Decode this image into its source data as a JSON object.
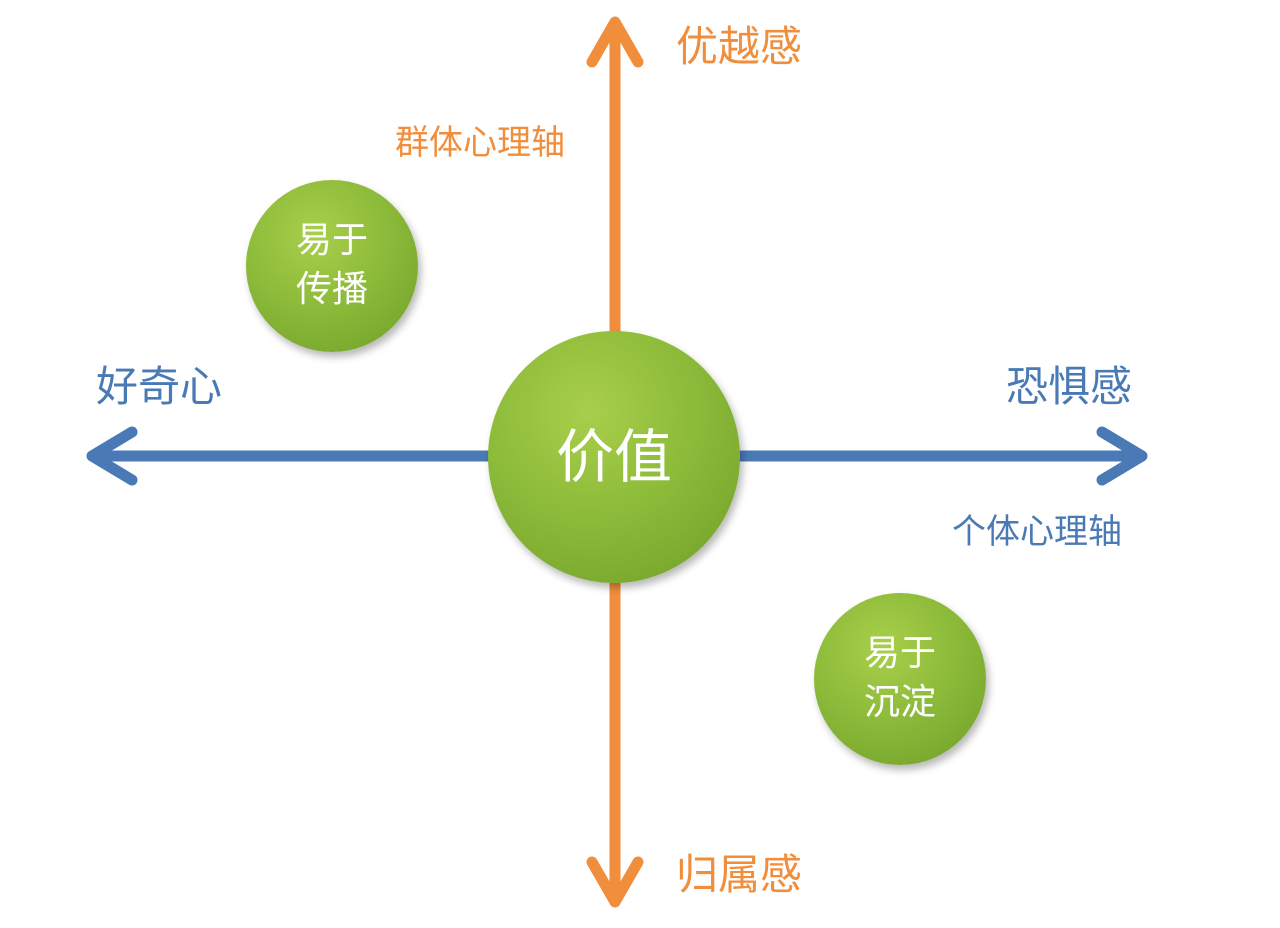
{
  "center": {
    "label": "价值"
  },
  "vertical_axis": {
    "name": "群体心理轴",
    "top": "优越感",
    "bottom": "归属感",
    "color": "#F08E3C"
  },
  "horizontal_axis": {
    "name": "个体心理轴",
    "left": "好奇心",
    "right": "恐惧感",
    "color": "#4A7AB6"
  },
  "bubbles": {
    "top_left": {
      "line1": "易于",
      "line2": "传播"
    },
    "bottom_right": {
      "line1": "易于",
      "line2": "沉淀"
    }
  },
  "bubble_color": "#8DBB3A"
}
